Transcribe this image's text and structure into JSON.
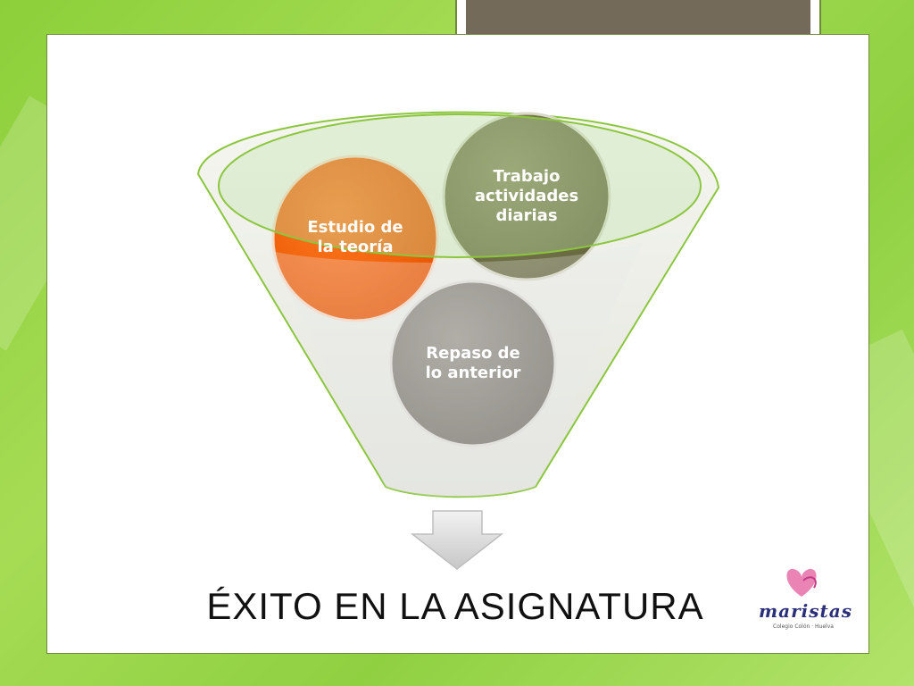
{
  "diagram": {
    "circles": [
      {
        "label": "Estudio de\nla teoría",
        "color": "#f26410"
      },
      {
        "label": "Trabajo\nactividades\ndiarias",
        "color": "#7d7d54"
      },
      {
        "label": "Repaso de\nlo anterior",
        "color": "#8f8a82"
      }
    ],
    "result": "ÉXITO EN LA ASIGNATURA",
    "accent_color": "#8ccf3a"
  },
  "logo": {
    "name": "maristas",
    "subtitle": "Colegio Colón · Huelva",
    "icon": "heart-logo-icon"
  }
}
